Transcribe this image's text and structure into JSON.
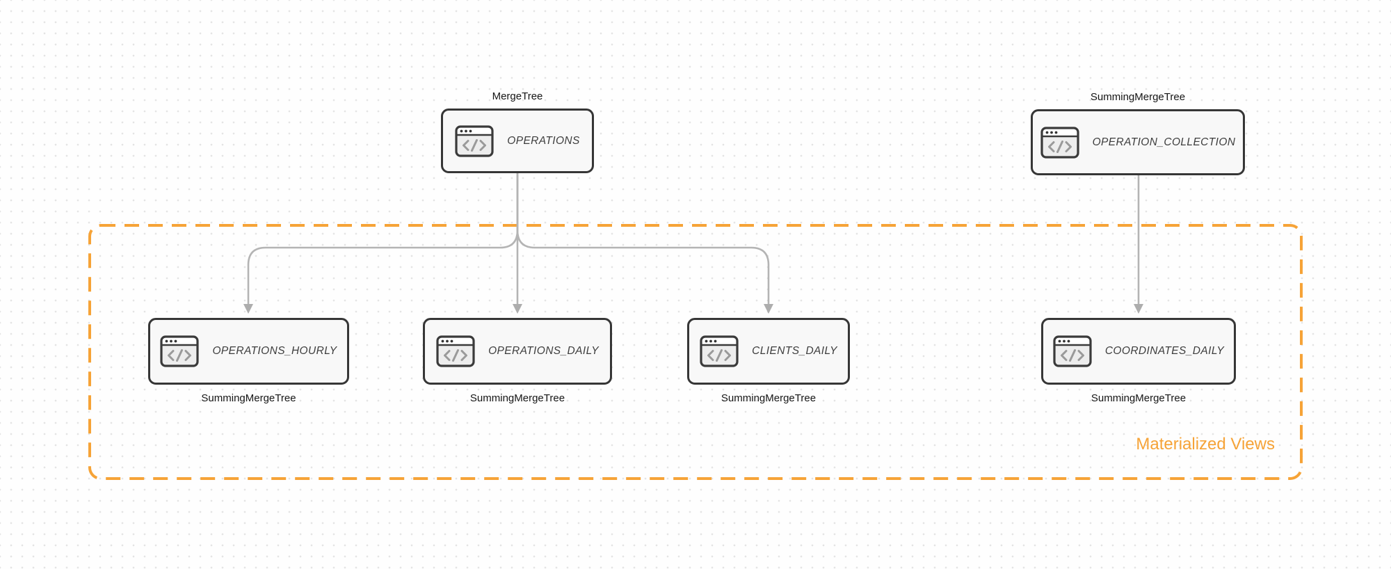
{
  "diagram": {
    "group_label": "Materialized Views",
    "nodes": [
      {
        "id": "operations",
        "title": "OPERATIONS",
        "engine": "MergeTree",
        "engine_label_position": "top",
        "icon": "code-window-icon",
        "in_materialized_views_group": false
      },
      {
        "id": "operation_collection",
        "title": "OPERATION_COLLECTION",
        "engine": "SummingMergeTree",
        "engine_label_position": "top",
        "icon": "code-window-icon",
        "in_materialized_views_group": false
      },
      {
        "id": "operations_hourly",
        "title": "OPERATIONS_HOURLY",
        "engine": "SummingMergeTree",
        "engine_label_position": "bottom",
        "icon": "code-window-icon",
        "in_materialized_views_group": true
      },
      {
        "id": "operations_daily",
        "title": "OPERATIONS_DAILY",
        "engine": "SummingMergeTree",
        "engine_label_position": "bottom",
        "icon": "code-window-icon",
        "in_materialized_views_group": true
      },
      {
        "id": "clients_daily",
        "title": "CLIENTS_DAILY",
        "engine": "SummingMergeTree",
        "engine_label_position": "bottom",
        "icon": "code-window-icon",
        "in_materialized_views_group": true
      },
      {
        "id": "coordinates_daily",
        "title": "COORDINATES_DAILY",
        "engine": "SummingMergeTree",
        "engine_label_position": "bottom",
        "icon": "code-window-icon",
        "in_materialized_views_group": true
      }
    ],
    "edges": [
      {
        "from": "operations",
        "to": "operations_hourly"
      },
      {
        "from": "operations",
        "to": "operations_daily"
      },
      {
        "from": "operations",
        "to": "clients_daily"
      },
      {
        "from": "operation_collection",
        "to": "coordinates_daily"
      }
    ],
    "colors": {
      "group_border": "#F6A337",
      "group_label_text": "#F6A337",
      "edge": "#B4B4B4",
      "node_border": "#363636",
      "node_fill": "#F8F8F8",
      "node_title_text": "#3D3D3D",
      "engine_label_text": "#151515",
      "background": "#FEFEFE",
      "grid_dot": "#E4E4E4"
    }
  }
}
